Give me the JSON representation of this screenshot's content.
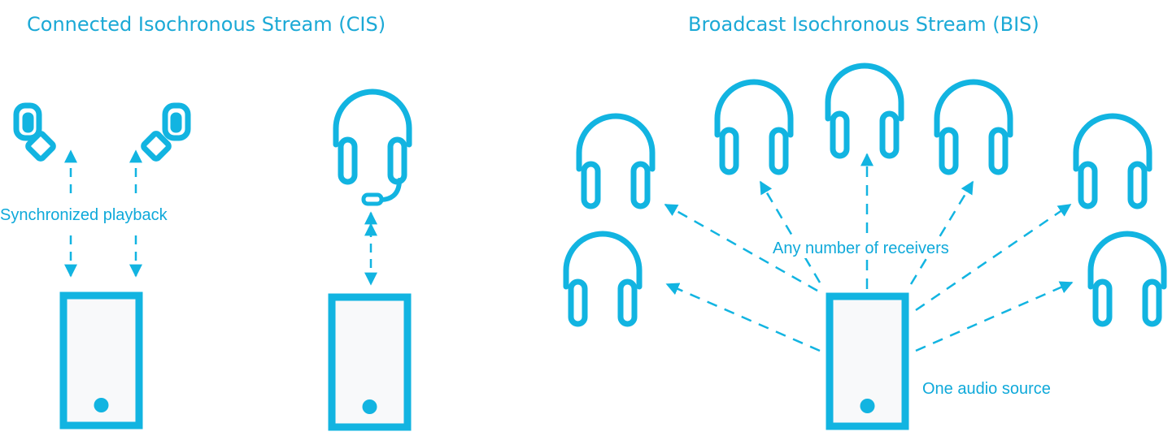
{
  "colors": {
    "accent": "#12B4E1",
    "text": "#0FA9DA",
    "title": "#1BA9D6",
    "phone_fill": "#F8F9FA"
  },
  "cis": {
    "title": "Connected Isochronous Stream (CIS)",
    "sync_label": "Synchronized playback"
  },
  "bis": {
    "title": "Broadcast Isochronous Stream  (BIS)",
    "receivers_label": "Any number of receivers",
    "source_label": "One audio source"
  },
  "icons": [
    "earbud-icon",
    "headset-icon",
    "headphones-icon",
    "smartphone-icon",
    "arrow-icon"
  ]
}
